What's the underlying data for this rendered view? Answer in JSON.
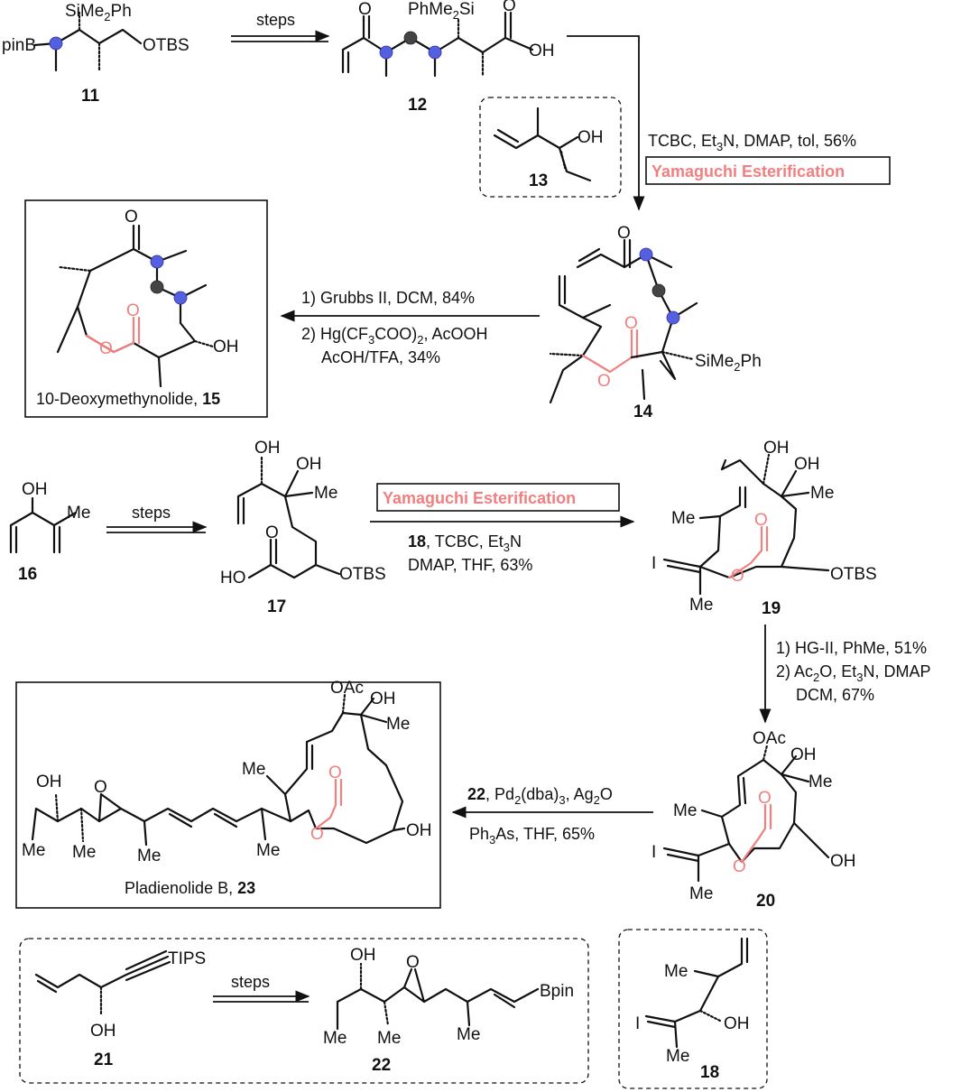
{
  "compounds": {
    "c11": {
      "number": "11",
      "labels": [
        "SiMe",
        "pinB",
        "OTBS"
      ]
    },
    "c12": {
      "number": "12",
      "labels": [
        "PhMe",
        "Si",
        "O",
        "O",
        "OH"
      ]
    },
    "c13": {
      "number": "13",
      "labels": [
        "OH"
      ]
    },
    "c14": {
      "number": "14",
      "labels": [
        "O",
        "O",
        "O",
        "SiMe",
        "Ph"
      ]
    },
    "c15": {
      "number": "15",
      "name": "10-Deoxymethynolide, ",
      "labels": [
        "O",
        "O",
        "O",
        "OH"
      ]
    },
    "c16": {
      "number": "16",
      "labels": [
        "OH",
        "Me"
      ]
    },
    "c17": {
      "number": "17",
      "labels": [
        "OH",
        "OH",
        "Me",
        "O",
        "HO",
        "OTBS"
      ]
    },
    "c18": {
      "number": "18",
      "labels": [
        "Me",
        "I",
        "OH",
        "Me"
      ]
    },
    "c19": {
      "number": "19",
      "labels": [
        "OH",
        "OH",
        "Me",
        "Me",
        "I",
        "O",
        "O",
        "OTBS",
        "Me"
      ]
    },
    "c20": {
      "number": "20",
      "labels": [
        "OAc",
        "OH",
        "Me",
        "Me",
        "I",
        "O",
        "O",
        "OH",
        "Me"
      ]
    },
    "c21": {
      "number": "21",
      "labels": [
        "TIPS",
        "OH"
      ]
    },
    "c22": {
      "number": "22",
      "labels": [
        "OH",
        "O",
        "Bpin",
        "Me",
        "Me",
        "Me"
      ]
    },
    "c23": {
      "number": "23",
      "name": "Pladienolide B, ",
      "labels": [
        "OAc",
        "OH",
        "Me",
        "OH",
        "O",
        "Me",
        "O",
        "O",
        "OH",
        "Me",
        "Me",
        "Me",
        "Me"
      ]
    }
  },
  "subscript_2": "2",
  "subscript_3": "3",
  "reactions": {
    "r1": {
      "label": "steps"
    },
    "r2": {
      "line1": "TCBC, Et",
      "line1b": "N, DMAP, tol, 56%",
      "badge": "Yamaguchi Esterification"
    },
    "r3": {
      "line1": "1) Grubbs II, DCM, 84%",
      "line2a": "2) Hg(CF",
      "line2b": "COO)",
      "line2c": ", AcOOH",
      "line3": "AcOH/TFA, 34%"
    },
    "r4": {
      "label": "steps"
    },
    "r5": {
      "badge": "Yamaguchi Esterification",
      "line1a": "18",
      "line1b": ", TCBC, Et",
      "line1c": "N",
      "line2": "DMAP,  THF, 63%"
    },
    "r6": {
      "line1": "1) HG-II, PhMe, 51%",
      "line2a": "2) Ac",
      "line2b": "O, Et",
      "line2c": "N, DMAP",
      "line3": "DCM, 67%"
    },
    "r7": {
      "line1a": "22",
      "line1b": ", Pd",
      "line1c": "(dba)",
      "line1d": ", Ag",
      "line1e": "O",
      "line2a": "Ph",
      "line2b": "As, THF, 65%"
    },
    "r8": {
      "label": "steps"
    }
  },
  "colors": {
    "ester": "#f08080",
    "stereocenter_marker": "#5560e0",
    "carbon_marker": "#444444"
  }
}
